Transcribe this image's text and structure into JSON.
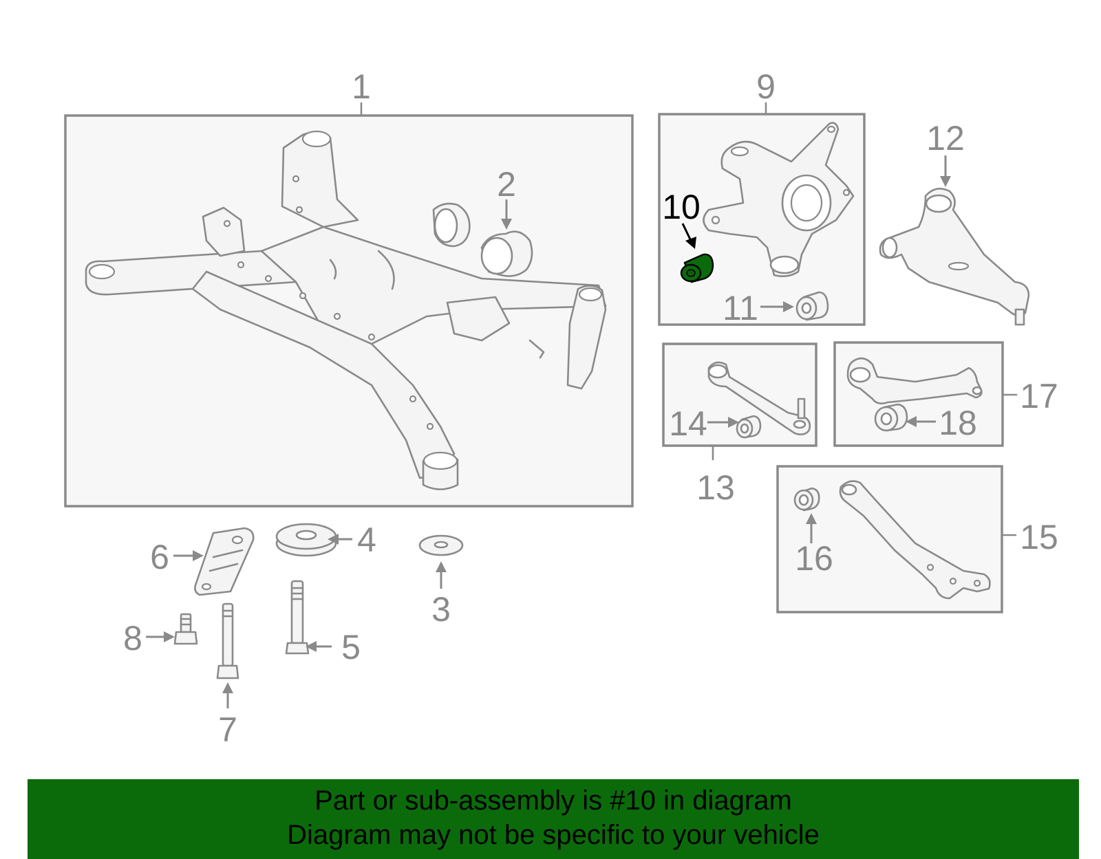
{
  "diagram": {
    "callouts": {
      "c1": "1",
      "c2": "2",
      "c3": "3",
      "c4": "4",
      "c5": "5",
      "c6": "6",
      "c7": "7",
      "c8": "8",
      "c9": "9",
      "c10": "10",
      "c11": "11",
      "c12": "12",
      "c13": "13",
      "c14": "14",
      "c15": "15",
      "c16": "16",
      "c17": "17",
      "c18": "18"
    },
    "highlighted_part": "10",
    "highlight_color": "#0b6b0b",
    "line_color": "#8a8a8a"
  },
  "banner": {
    "line1": "Part or sub-assembly is #10 in diagram",
    "line2": "Diagram may not be specific to your vehicle",
    "background": "#0b6b0b"
  }
}
